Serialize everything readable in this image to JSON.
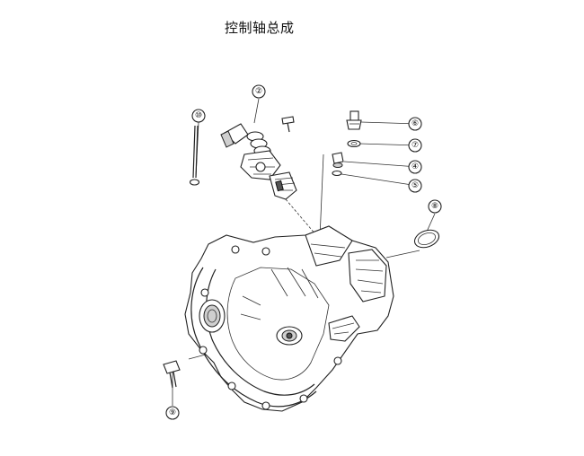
{
  "title": "控制轴总成",
  "callouts": [
    {
      "id": "callout-1",
      "label": "⑩"
    },
    {
      "id": "callout-2",
      "label": "②"
    },
    {
      "id": "callout-3",
      "label": "⑥"
    },
    {
      "id": "callout-4",
      "label": "⑦"
    },
    {
      "id": "callout-5",
      "label": "④"
    },
    {
      "id": "callout-6",
      "label": "⑤"
    },
    {
      "id": "callout-7",
      "label": "⑧"
    },
    {
      "id": "callout-8",
      "label": "⑨"
    }
  ]
}
